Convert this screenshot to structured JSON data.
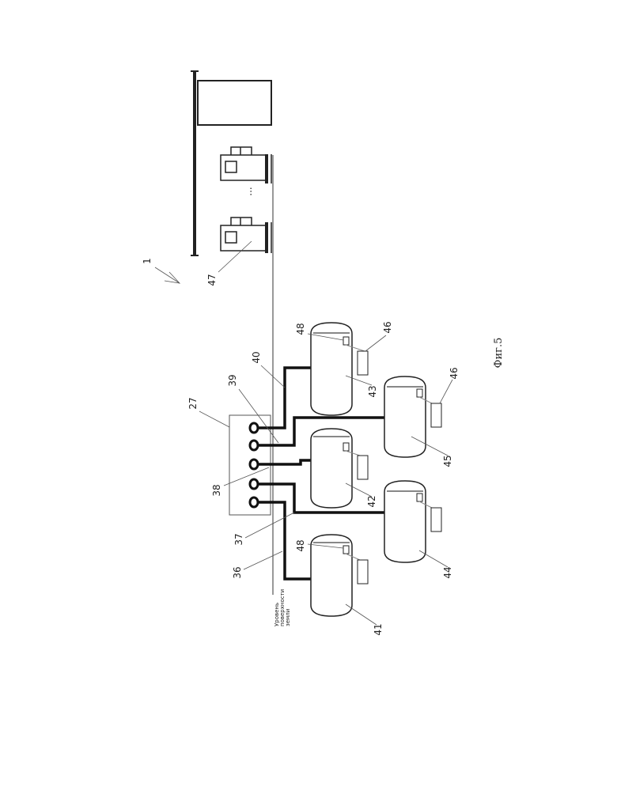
{
  "figure": {
    "caption": "Фиг.5",
    "ground_label": [
      "Уровень",
      "поверхности",
      "земли"
    ]
  },
  "labels": {
    "l1": "1",
    "l27": "27",
    "l36": "36",
    "l37": "37",
    "l38": "38",
    "l39": "39",
    "l40": "40",
    "l41": "41",
    "l42": "42",
    "l43": "43",
    "l44": "44",
    "l45": "45",
    "l46a": "46",
    "l46b": "46",
    "l47": "47",
    "l48a": "48",
    "l48b": "48"
  },
  "dispenser_gap": "..."
}
